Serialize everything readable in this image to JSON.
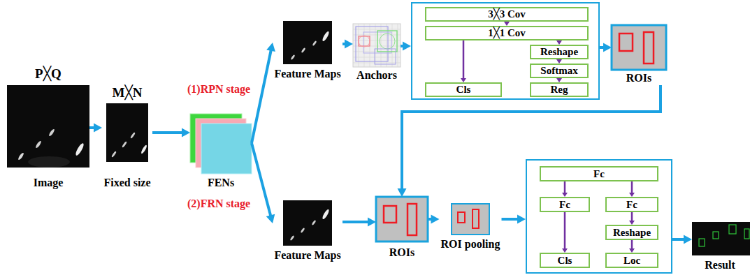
{
  "diagram": {
    "nodes": [
      {
        "text": [
          "P╳Q",
          "Image"
        ]
      },
      {
        "text": [
          "M╳N",
          "Fixed size"
        ]
      },
      {
        "text": [
          "FENs"
        ]
      },
      {
        "text": [
          "Feature Maps"
        ]
      },
      {
        "text": [
          "Anchors"
        ]
      },
      {
        "text": []
      },
      {
        "text": [
          "3╳3 Cov"
        ],
        "in": 5
      },
      {
        "text": [
          "1╳1 Cov"
        ],
        "in": 5
      },
      {
        "text": [
          "Reshape"
        ],
        "in": 5
      },
      {
        "text": [
          "Softmax"
        ],
        "in": 5
      },
      {
        "text": [
          "Cls"
        ],
        "in": 5
      },
      {
        "text": [
          "Reg"
        ],
        "in": 5
      },
      {
        "text": [
          "ROIs"
        ]
      },
      {
        "text": [
          "Feature Maps"
        ]
      },
      {
        "text": [
          "ROIs"
        ]
      },
      {
        "text": [
          "ROI pooling"
        ]
      },
      {
        "text": []
      },
      {
        "text": [
          "Fc"
        ],
        "in": 16
      },
      {
        "text": [
          "Fc"
        ],
        "in": 16
      },
      {
        "text": [
          "Fc"
        ],
        "in": 16
      },
      {
        "text": [
          "Reshape"
        ],
        "in": 16
      },
      {
        "text": [
          "Cls"
        ],
        "in": 16
      },
      {
        "text": [
          "Loc"
        ],
        "in": 16
      },
      {
        "text": [
          "Result"
        ]
      }
    ],
    "edges": [
      {
        "from": 0,
        "to": 1,
        "arrow": "to"
      },
      {
        "from": 1,
        "to": 2,
        "arrow": "to"
      },
      {
        "from": 2,
        "to": 3,
        "arrow": "to"
      },
      {
        "from": 3,
        "to": 4,
        "arrow": "to"
      },
      {
        "from": 4,
        "to": 5,
        "arrow": "to"
      },
      {
        "from": 6,
        "to": 7,
        "arrow": "to"
      },
      {
        "from": 7,
        "to": 10,
        "arrow": "to"
      },
      {
        "from": 7,
        "to": 8,
        "arrow": "to"
      },
      {
        "from": 8,
        "to": 9,
        "arrow": "to"
      },
      {
        "from": 9,
        "to": 11,
        "arrow": "to"
      },
      {
        "from": 5,
        "to": 12,
        "arrow": "to"
      },
      {
        "from": 2,
        "to": 13,
        "arrow": "to"
      },
      {
        "from": 12,
        "to": 14,
        "arrow": "to"
      },
      {
        "from": 13,
        "to": 14,
        "arrow": "to"
      },
      {
        "from": 14,
        "to": 15,
        "arrow": "to"
      },
      {
        "from": 15,
        "to": 16,
        "arrow": "to"
      },
      {
        "from": 17,
        "to": 18,
        "arrow": "to"
      },
      {
        "from": 17,
        "to": 19,
        "arrow": "to"
      },
      {
        "from": 18,
        "to": 21,
        "arrow": "to"
      },
      {
        "from": 19,
        "to": 20,
        "arrow": "to"
      },
      {
        "from": 20,
        "to": 22,
        "arrow": "to"
      },
      {
        "from": 16,
        "to": 23,
        "arrow": "to"
      }
    ],
    "labels": [
      "(1)RPN stage",
      "(2)FRN stage"
    ]
  }
}
